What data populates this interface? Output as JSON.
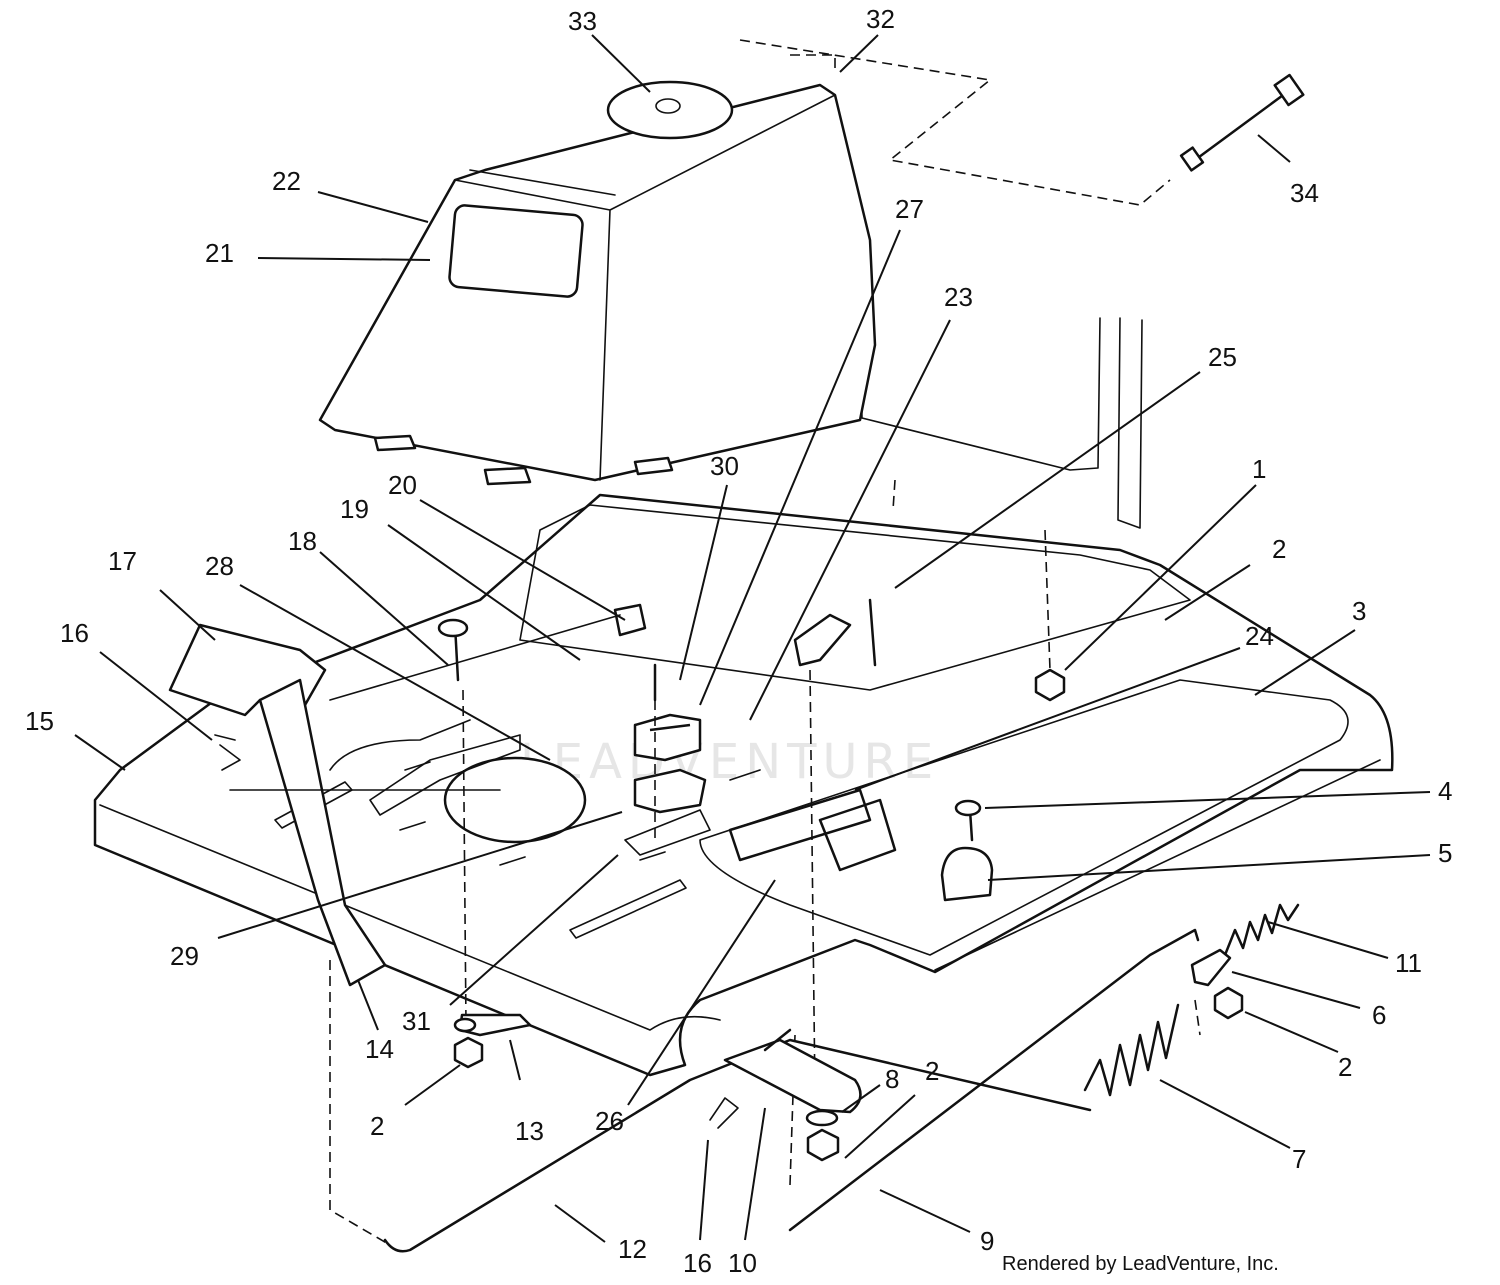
{
  "diagram": {
    "credit": "Rendered by LeadVenture, Inc.",
    "watermark": "LEADVENTURE",
    "callouts": [
      {
        "id": "c33",
        "text": "33"
      },
      {
        "id": "c32",
        "text": "32"
      },
      {
        "id": "c34",
        "text": "34"
      },
      {
        "id": "c22",
        "text": "22"
      },
      {
        "id": "c21",
        "text": "21"
      },
      {
        "id": "c27",
        "text": "27"
      },
      {
        "id": "c23",
        "text": "23"
      },
      {
        "id": "c25",
        "text": "25"
      },
      {
        "id": "c30",
        "text": "30"
      },
      {
        "id": "c1",
        "text": "1"
      },
      {
        "id": "c2a",
        "text": "2"
      },
      {
        "id": "c20",
        "text": "20"
      },
      {
        "id": "c19",
        "text": "19"
      },
      {
        "id": "c18",
        "text": "18"
      },
      {
        "id": "c17",
        "text": "17"
      },
      {
        "id": "c28",
        "text": "28"
      },
      {
        "id": "c3",
        "text": "3"
      },
      {
        "id": "c24",
        "text": "24"
      },
      {
        "id": "c16a",
        "text": "16"
      },
      {
        "id": "c15",
        "text": "15"
      },
      {
        "id": "c4",
        "text": "4"
      },
      {
        "id": "c5",
        "text": "5"
      },
      {
        "id": "c29",
        "text": "29"
      },
      {
        "id": "c11",
        "text": "11"
      },
      {
        "id": "c6",
        "text": "6"
      },
      {
        "id": "c31",
        "text": "31"
      },
      {
        "id": "c14",
        "text": "14"
      },
      {
        "id": "c2b",
        "text": "2"
      },
      {
        "id": "c8",
        "text": "8"
      },
      {
        "id": "c2c",
        "text": "2"
      },
      {
        "id": "c2d",
        "text": "2"
      },
      {
        "id": "c13",
        "text": "13"
      },
      {
        "id": "c26",
        "text": "26"
      },
      {
        "id": "c7",
        "text": "7"
      },
      {
        "id": "c12",
        "text": "12"
      },
      {
        "id": "c9",
        "text": "9"
      },
      {
        "id": "c16b",
        "text": "16"
      },
      {
        "id": "c10",
        "text": "10"
      }
    ]
  }
}
